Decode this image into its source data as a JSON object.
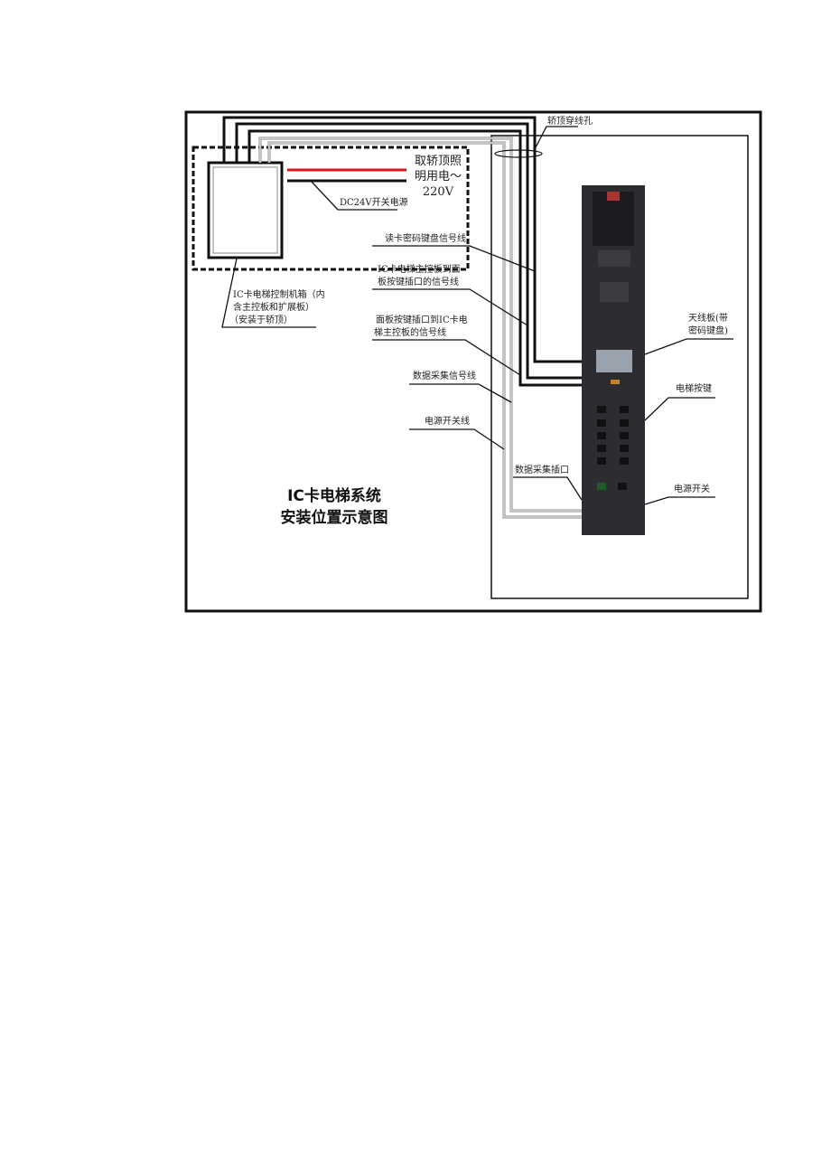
{
  "diagram": {
    "title_line1": "IC卡电梯系统",
    "title_line2": "安装位置示意图",
    "labels": {
      "cable_hole": "轿顶穿线孔",
      "power_source_l1": "取轿顶照",
      "power_source_l2": "明用电～",
      "power_source_l3": "220V",
      "dc_power": "DC24V开关电源",
      "control_box_l1": "IC卡电梯控制机箱（内",
      "control_box_l2": "含主控板和扩展板）",
      "control_box_l3": "（安装于轿顶）",
      "reader_signal": "读卡密码键盘信号线",
      "main_to_panel_l1": "IC卡电梯主控板到面",
      "main_to_panel_l2": "板按键插口的信号线",
      "panel_to_main_l1": "面板按键插口到IC卡电",
      "panel_to_main_l2": "梯主控板的信号线",
      "data_signal": "数据采集信号线",
      "power_switch_line": "电源开关线",
      "data_port": "数据采集插口",
      "antenna_l1": "天线板(带",
      "antenna_l2": "密码键盘)",
      "elevator_buttons": "电梯按键",
      "power_switch": "电源开关"
    },
    "colors": {
      "live_wire": "#e0141e",
      "neutral_wire": "#111111",
      "panel": "#2b2d31"
    }
  }
}
